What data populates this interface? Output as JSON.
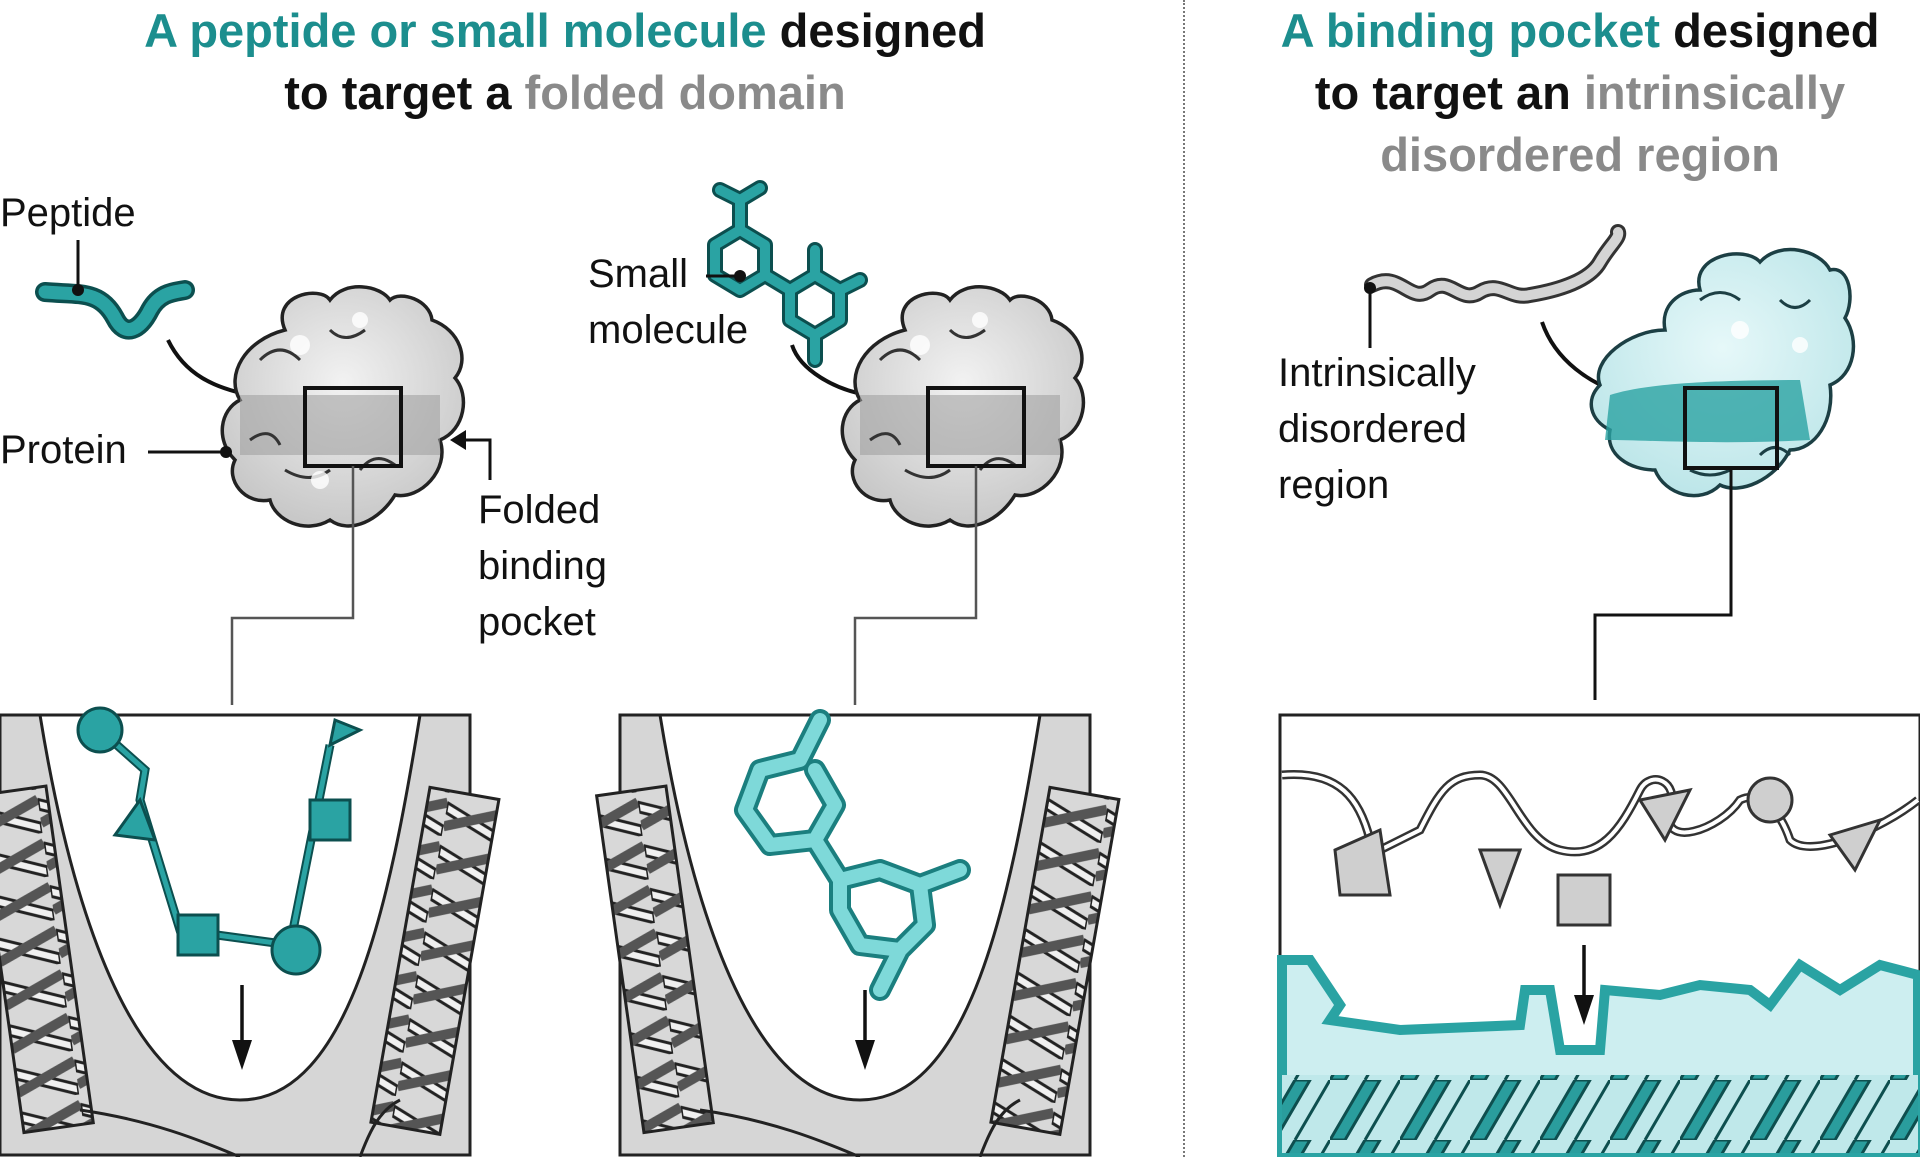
{
  "left_title": {
    "part1": "A peptide or small molecule",
    "part2": " designed",
    "part3": "to target a ",
    "part4": "folded domain"
  },
  "right_title": {
    "part1": "A binding pocket",
    "part2": " designed",
    "part3": "to target an ",
    "part4": "intrinsically",
    "part5": "disordered region"
  },
  "labels": {
    "peptide": "Peptide",
    "protein": "Protein",
    "folded_pocket": [
      "Folded",
      "binding",
      "pocket"
    ],
    "small_molecule": [
      "Small",
      "molecule"
    ],
    "idr": [
      "Intrinsically",
      "disordered",
      "region"
    ]
  },
  "colors": {
    "teal": "#1c8e8e",
    "teal_light": "#5fcfcf",
    "grey": "#8a8a8a",
    "light_cyan": "#cdeef0"
  }
}
